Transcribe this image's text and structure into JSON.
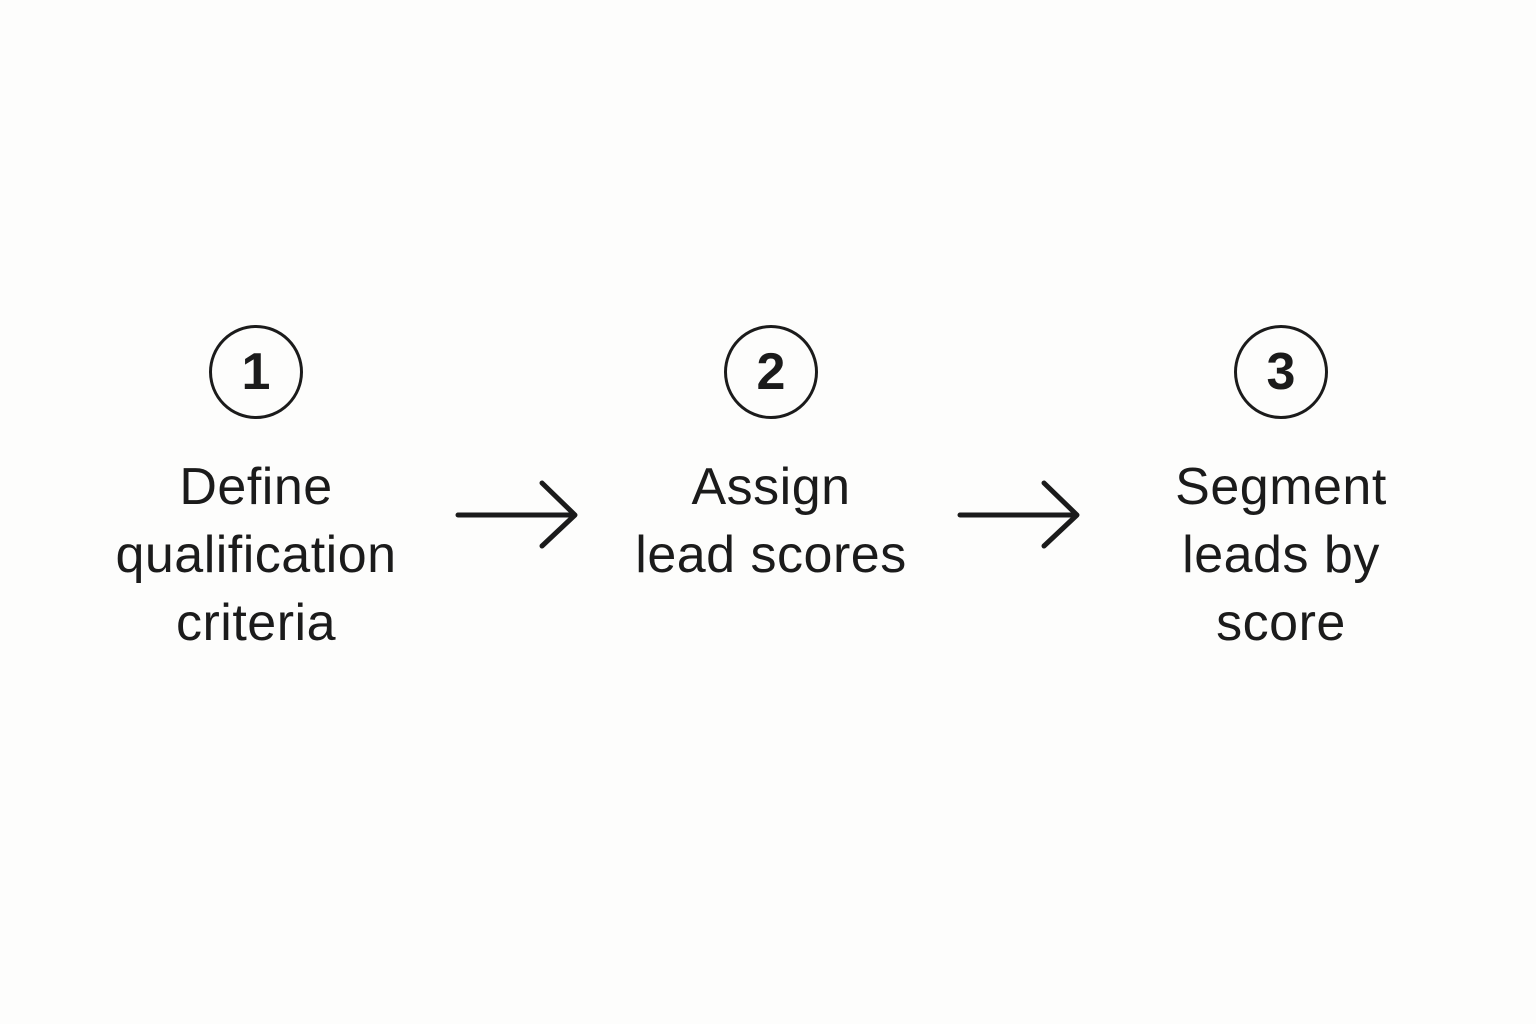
{
  "steps": [
    {
      "number": "1",
      "label": "Define\nqualification\ncriteria"
    },
    {
      "number": "2",
      "label": "Assign\nlead scores"
    },
    {
      "number": "3",
      "label": "Segment\nleads by\nscore"
    }
  ],
  "colors": {
    "background": "#fdfdfc",
    "ink": "#1b1b1b"
  },
  "icons": [
    "right-arrow-icon",
    "right-arrow-icon"
  ]
}
